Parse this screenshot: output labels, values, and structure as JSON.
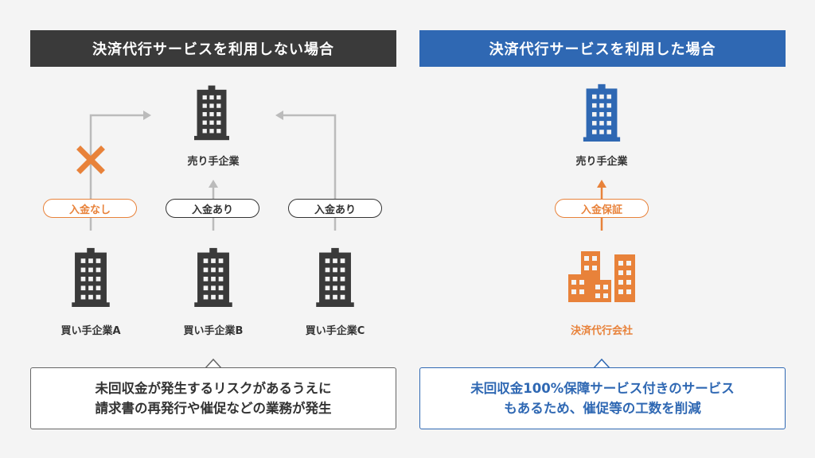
{
  "left_panel": {
    "title": "決済代行サービスを利用しない場合",
    "seller_label": "売り手企業",
    "buyers": [
      {
        "label": "買い手企業A",
        "status": "入金なし"
      },
      {
        "label": "買い手企業B",
        "status": "入金あり"
      },
      {
        "label": "買い手企業C",
        "status": "入金あり"
      }
    ],
    "note_lines": [
      "未回収金が発生するリスクがあるうえに",
      "請求書の再発行や催促などの業務が発生"
    ]
  },
  "right_panel": {
    "title": "決済代行サービスを利用した場合",
    "seller_label": "売り手企業",
    "payment_label": "入金保証",
    "agency_label": "決済代行会社",
    "note_lines": [
      "未回収金100%保障サービス付きのサービス",
      "もあるため、催促等の工数を削減"
    ]
  },
  "colors": {
    "dark": "#3a3a3a",
    "blue": "#2f68b3",
    "orange": "#e8823a",
    "arrow_gray": "#bbbbbb"
  },
  "icons": {
    "building": "building-icon",
    "cross": "cross-icon",
    "company_group": "buildings-group-icon"
  }
}
